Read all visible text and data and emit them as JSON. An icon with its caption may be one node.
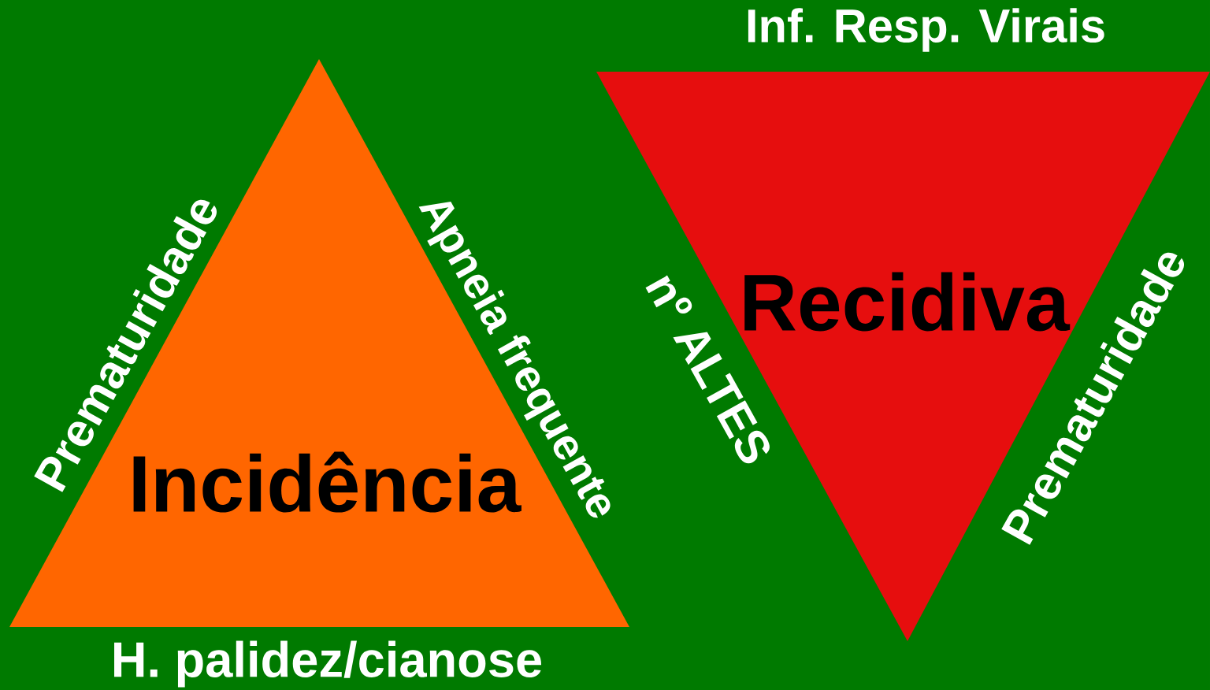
{
  "diagram": {
    "nodes": [
      {
        "text": [
          "Incidência"
        ],
        "beside": [
          "Prematuridade",
          "Apneia frequente",
          "H. palidez/cianose"
        ]
      },
      {
        "text": [
          "Recidiva"
        ],
        "beside": [
          "Inf. Resp. Virais",
          "nº ALTES",
          "Prematuridade"
        ]
      }
    ]
  }
}
